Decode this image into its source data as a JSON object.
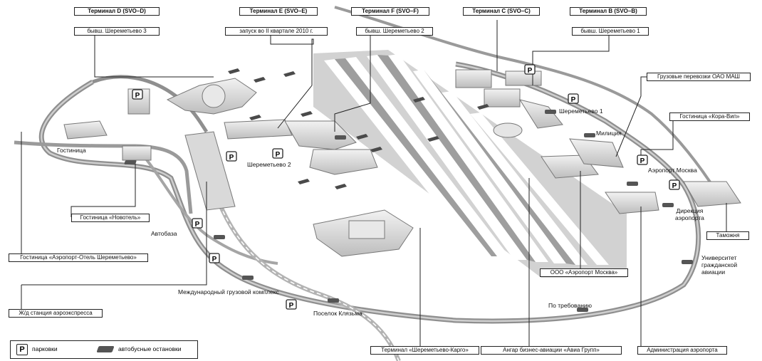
{
  "terminals": {
    "d": {
      "title": "Терминал D (SVO–D)",
      "sub": "бывш. Шереметьево 3"
    },
    "e": {
      "title": "Терминал E (SVO–E)",
      "sub": "запуск во II квартале 2010 г."
    },
    "f": {
      "title": "Терминал F (SVO–F)",
      "sub": "бывш. Шереметьево 2"
    },
    "c": {
      "title": "Терминал C (SVO–C)",
      "sub": ""
    },
    "b": {
      "title": "Терминал B (SVO–B)",
      "sub": "бывш. Шереметьево 1"
    }
  },
  "callouts": {
    "cargo_mash": "Грузовые перевозки ОАО МАШ",
    "hotel_kora": "Гостиница «Кора-Вип»",
    "hotel_novotel": "Гостиница «Новотель»",
    "hotel_airport": "Гостиница «Аэропорт-Отель Шереметьево»",
    "aeroexpress": "Ж/д станция аэроэкспресса",
    "cargo_terminal": "Терминал «Шереметьево-Карго»",
    "hangar": "Ангар бизнес-авиации «Авиа Групп»",
    "administration": "Администрация аэропорта",
    "ooo_airport": "ООО «Аэропорт Москва»",
    "customs": "Таможня"
  },
  "labels": {
    "gostinitsa": "Гостиница",
    "sheremetyevo2": "Шереметьево 2",
    "sheremetyevo1": "Шереметьево 1",
    "militsiya": "Милиция",
    "airport_moscow": "Аэропорт Москва",
    "directorate": "Дирекция\nаэропорта",
    "university": "Университет\nгражданской\nавиации",
    "avtobaza": "Автобаза",
    "intl_cargo": "Международный грузовой комплекс",
    "poselok": "Поселок Клязьма",
    "on_request": "По требованию"
  },
  "legend": {
    "parking_symbol": "P",
    "parking": "парковки",
    "bus_stops": "автобусные остановки"
  }
}
